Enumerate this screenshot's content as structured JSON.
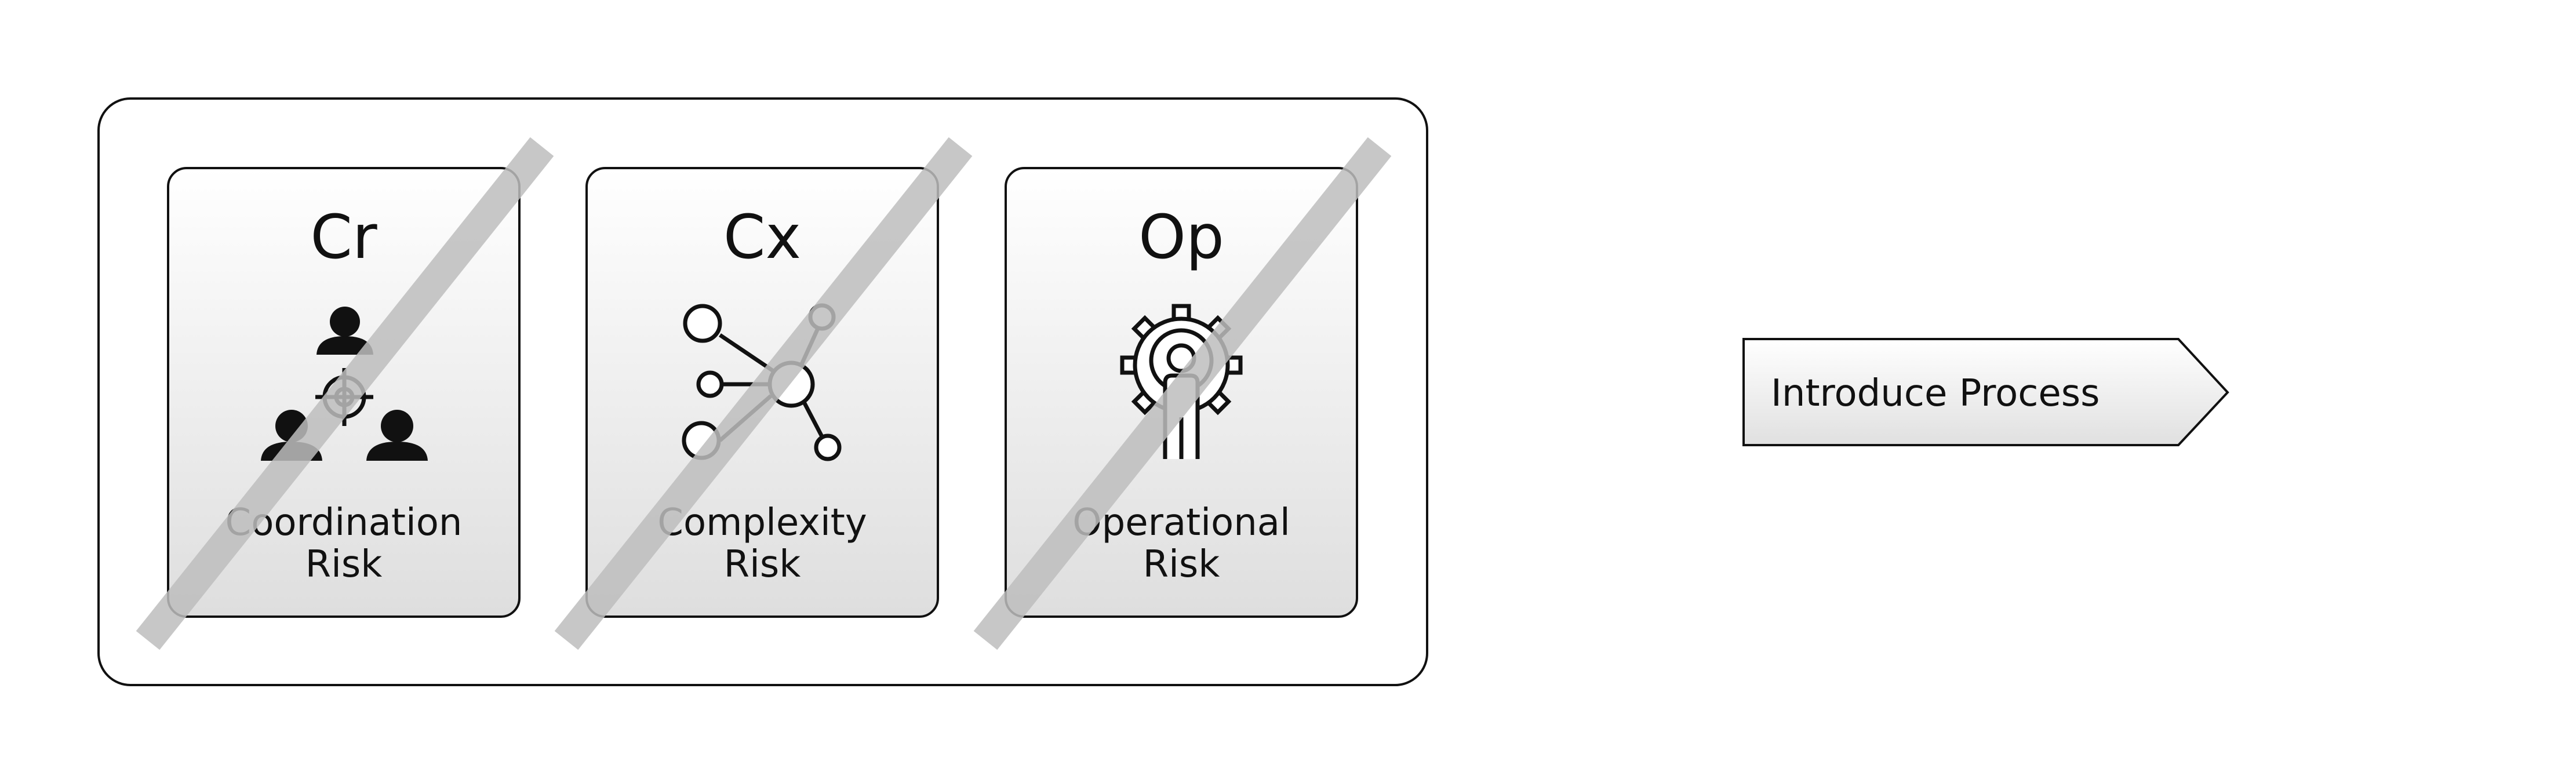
{
  "cards": [
    {
      "abbr": "Cr",
      "line1": "Coordination",
      "line2": "Risk",
      "icon": "people-target-icon"
    },
    {
      "abbr": "Cx",
      "line1": "Complexity",
      "line2": "Risk",
      "icon": "network-nodes-icon"
    },
    {
      "abbr": "Op",
      "line1": "Operational",
      "line2": "Risk",
      "icon": "gear-person-icon"
    }
  ],
  "process": {
    "label": "Introduce Process"
  },
  "colors": {
    "stroke": "#111111",
    "strike": "#bdbdbd",
    "card_top": "#ffffff",
    "card_bottom": "#dedede"
  }
}
